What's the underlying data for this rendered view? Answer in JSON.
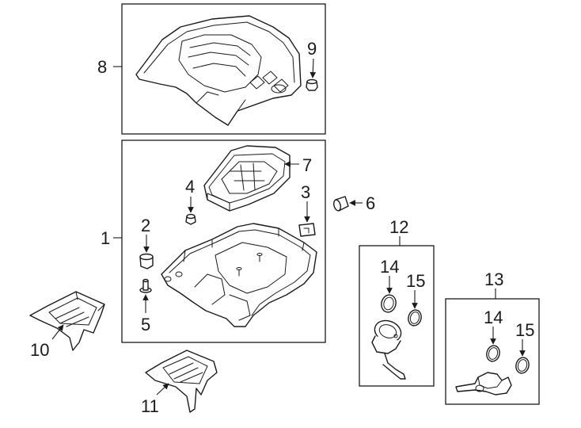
{
  "callouts": {
    "c1": "1",
    "c2": "2",
    "c3": "3",
    "c4": "4",
    "c5": "5",
    "c6": "6",
    "c7": "7",
    "c8": "8",
    "c9": "9",
    "c10": "10",
    "c11": "11",
    "c12": "12",
    "c13": "13",
    "c14a": "14",
    "c15a": "15",
    "c14b": "14",
    "c15b": "15"
  },
  "colors": {
    "line": "#1a1a1a",
    "background": "#ffffff"
  }
}
